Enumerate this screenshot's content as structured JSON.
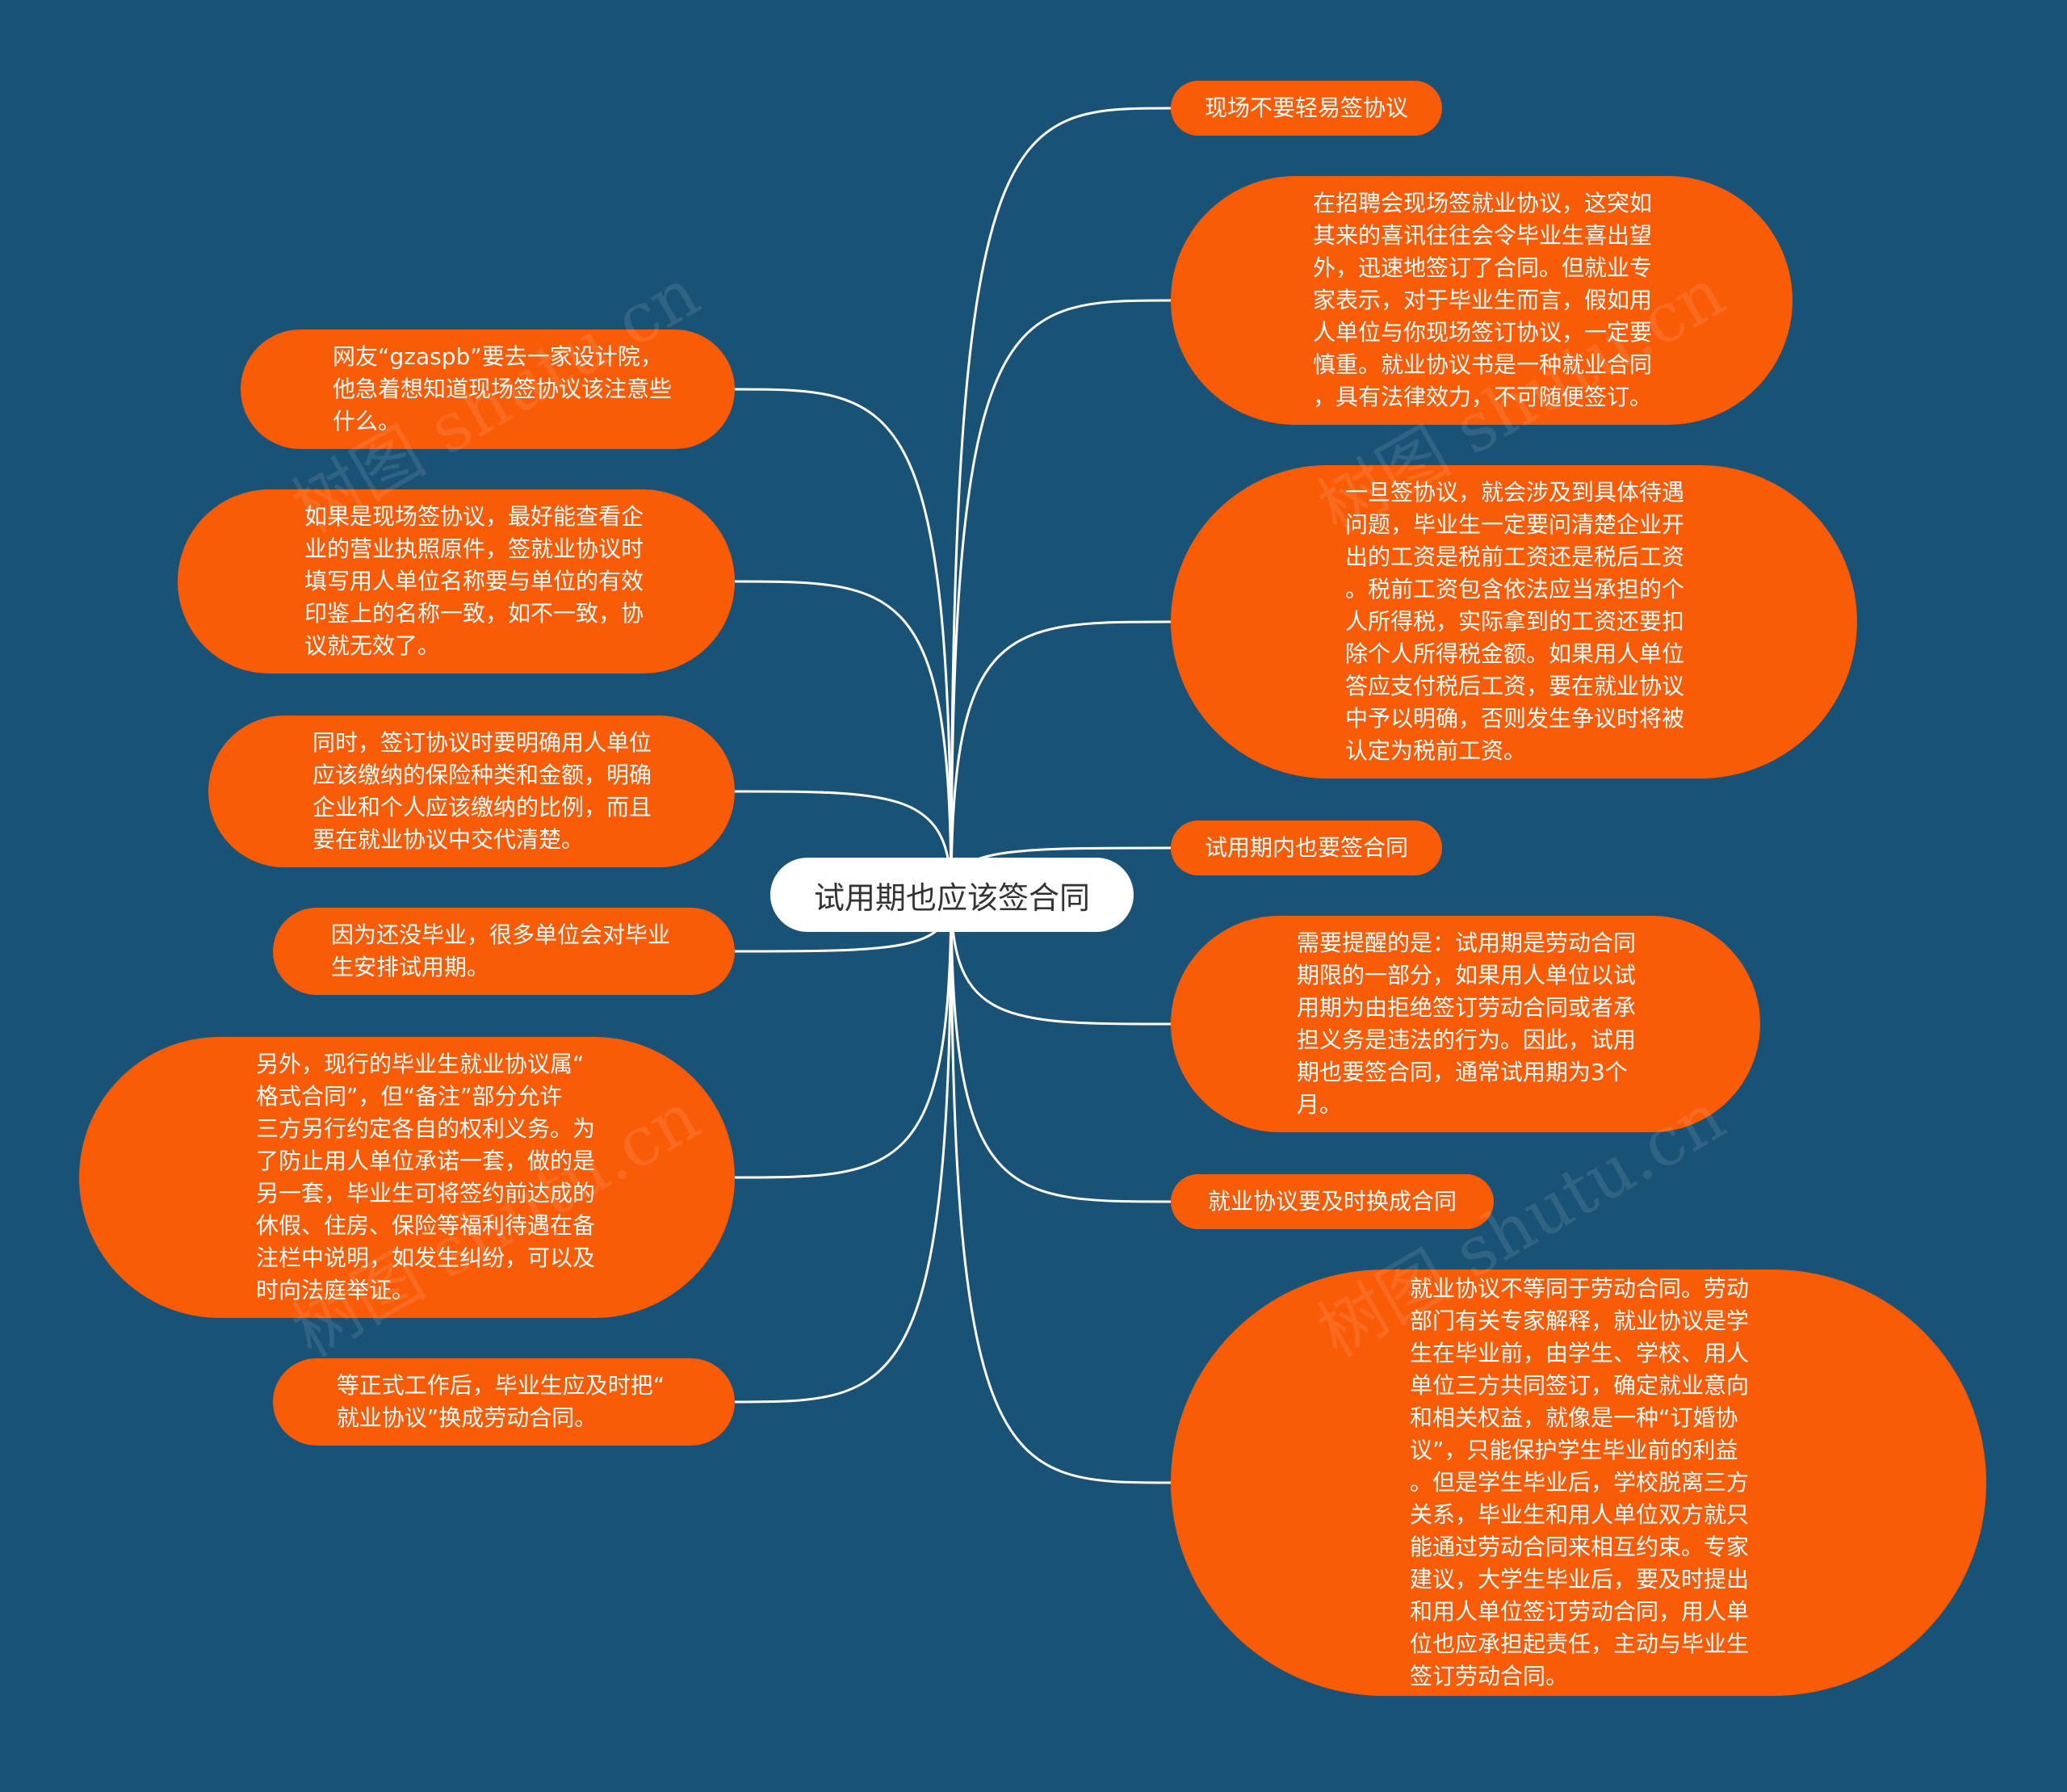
{
  "center": "试用期也应该签合同",
  "left_nodes": [
    "网友“gzaspb”要去一家设计院，\n他急着想知道现场签协议该注意些\n什么。",
    "如果是现场签协议，最好能查看企\n业的营业执照原件，签就业协议时\n填写用人单位名称要与单位的有效\n印鉴上的名称一致，如不一致，协\n议就无效了。",
    "同时，签订协议时要明确用人单位\n应该缴纳的保险种类和金额，明确\n企业和个人应该缴纳的比例，而且\n要在就业协议中交代清楚。",
    "因为还没毕业，很多单位会对毕业\n生安排试用期。",
    "另外，现行的毕业生就业协议属“\n格式合同”，但“备注”部分允许\n三方另行约定各自的权利义务。为\n了防止用人单位承诺一套，做的是\n另一套，毕业生可将签约前达成的\n休假、住房、保险等福利待遇在备\n注栏中说明，如发生纠纷，可以及\n时向法庭举证。",
    "等正式工作后，毕业生应及时把“\n就业协议”换成劳动合同。"
  ],
  "right_nodes": [
    "现场不要轻易签协议",
    "在招聘会现场签就业协议，这突如\n其来的喜讯往往会令毕业生喜出望\n外，迅速地签订了合同。但就业专\n家表示，对于毕业生而言，假如用\n人单位与你现场签订协议，一定要\n慎重。就业协议书是一种就业合同\n，具有法律效力，不可随便签订。",
    "一旦签协议，就会涉及到具体待遇\n问题，毕业生一定要问清楚企业开\n出的工资是税前工资还是税后工资\n。税前工资包含依法应当承担的个\n人所得税，实际拿到的工资还要扣\n除个人所得税金额。如果用人单位\n答应支付税后工资，要在就业协议\n中予以明确，否则发生争议时将被\n认定为税前工资。",
    "试用期内也要签合同",
    "需要提醒的是：试用期是劳动合同\n期限的一部分，如果用人单位以试\n用期为由拒绝签订劳动合同或者承\n担义务是违法的行为。因此，试用\n期也要签合同，通常试用期为3个\n月。",
    "就业协议要及时换成合同",
    "就业协议不等同于劳动合同。劳动\n部门有关专家解释，就业协议是学\n生在毕业前，由学生、学校、用人\n单位三方共同签订，确定就业意向\n和相关权益，就像是一种“订婚协\n议”，只能保护学生毕业前的利益\n。但是学生毕业后，学校脱离三方\n关系，毕业生和用人单位双方就只\n能通过劳动合同来相互约束。专家\n建议，大学生毕业后，要及时提出\n和用人单位签订劳动合同，用人单\n位也应承担起责任，主动与毕业生\n签订劳动合同。"
  ],
  "watermark": "树图 shutu.cn",
  "colors": {
    "background": "#1a5276",
    "node_fill": "#f95b06",
    "center_fill": "#ffffff",
    "link": "#ffffff"
  }
}
